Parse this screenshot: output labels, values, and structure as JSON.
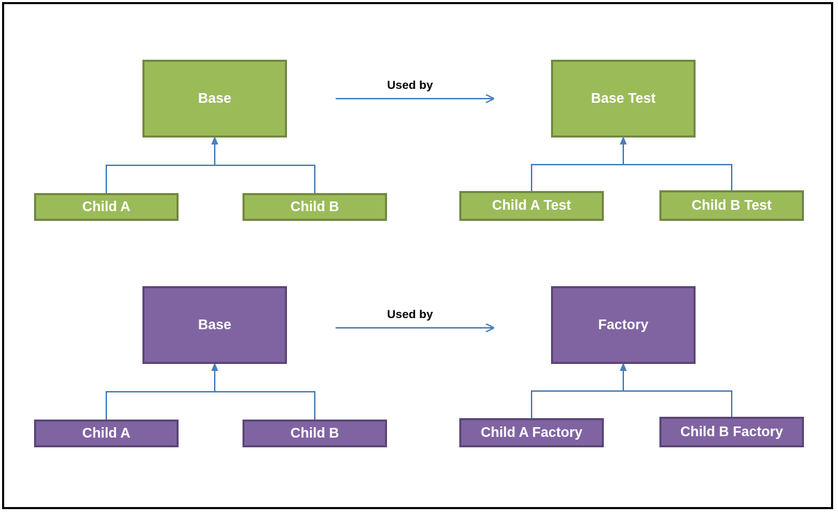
{
  "colors": {
    "green_fill": "#9bbb59",
    "green_border": "#71893f",
    "purple_fill": "#8064a2",
    "purple_border": "#5c4776",
    "connector": "#4a7ebb"
  },
  "top_row": {
    "left": {
      "parent": "Base",
      "child_a": "Child A",
      "child_b": "Child B"
    },
    "relation": "Used by",
    "right": {
      "parent": "Base Test",
      "child_a": "Child A Test",
      "child_b": "Child B Test"
    }
  },
  "bottom_row": {
    "left": {
      "parent": "Base",
      "child_a": "Child A",
      "child_b": "Child B"
    },
    "relation": "Used by",
    "right": {
      "parent": "Factory",
      "child_a": "Child A Factory",
      "child_b": "Child B Factory"
    }
  }
}
